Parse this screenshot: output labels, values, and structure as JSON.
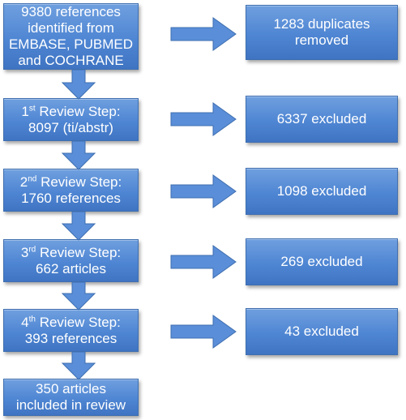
{
  "diagram": {
    "steps": [
      {
        "lines": [
          "9380 references",
          "identified from",
          "EMBASE, PUBMED",
          "and COCHRANE"
        ]
      },
      {
        "ordinal": "1",
        "suffix": "st",
        "title": "Review Step:",
        "detail": "8097 (ti/abstr)"
      },
      {
        "ordinal": "2",
        "suffix": "nd",
        "title": "Review Step:",
        "detail": "1760 references"
      },
      {
        "ordinal": "3",
        "suffix": "rd",
        "title": "Review Step:",
        "detail": "662 articles"
      },
      {
        "ordinal": "4",
        "suffix": "th",
        "title": "Review Step:",
        "detail": "393 references"
      },
      {
        "lines": [
          "350 articles",
          "included in review"
        ]
      }
    ],
    "exclusions": [
      {
        "lines": [
          "1283 duplicates",
          "removed"
        ]
      },
      {
        "lines": [
          "6337 excluded"
        ]
      },
      {
        "lines": [
          "1098 excluded"
        ]
      },
      {
        "lines": [
          "269 excluded"
        ]
      },
      {
        "lines": [
          "43 excluded"
        ]
      }
    ],
    "colors": {
      "box_fill": "#4f86d3",
      "box_border": "#3f6fb0",
      "arrow_fill": "#5a8ed8",
      "text": "#ffffff"
    }
  }
}
